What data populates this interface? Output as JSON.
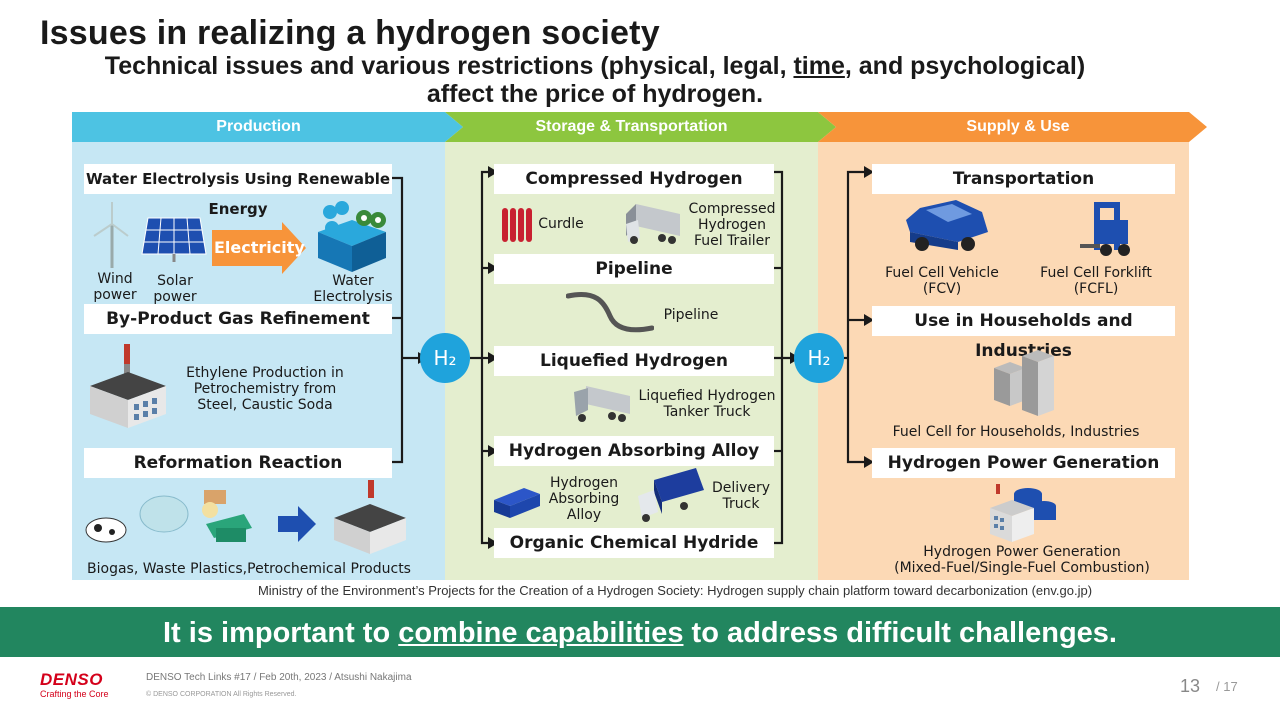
{
  "title": "Issues  in realizing  a hydrogen society",
  "subtitle": {
    "line1_pre": "Technical issues and various restrictions (physical, legal, ",
    "line1_underlined": "time",
    "line1_post": ", and psychological)",
    "line2": "affect the price of hydrogen."
  },
  "stages": {
    "production": "Production",
    "storage": "Storage & Transportation",
    "supply": "Supply & Use"
  },
  "colors": {
    "production": "#4dc3e3",
    "storage": "#8dc63f",
    "supply": "#f7943a",
    "production_bg": "#c6e7f4",
    "storage_bg": "#e4eecf",
    "supply_bg": "#fcd9b5",
    "h2": "#1fa3dc",
    "banner": "#22865f",
    "brand": "#d4001a"
  },
  "production": {
    "water_electrolysis": "Water Electrolysis Using Renewable Energy",
    "wind": "Wind\npower",
    "solar": "Solar\npower",
    "electricity": "Electricity",
    "water_electrolysis_label": "Water\nElectrolysis",
    "byproduct": "By-Product Gas Refinement",
    "ethylene": "Ethylene Production in\nPetrochemistry from\nSteel, Caustic Soda",
    "reformation": "Reformation Reaction",
    "biogas": "Biogas, Waste Plastics,Petrochemical Products"
  },
  "h2_label": "H₂",
  "storage": {
    "compressed": "Compressed Hydrogen",
    "curdle": "Curdle",
    "fuel_trailer": "Compressed\nHydrogen\nFuel Trailer",
    "pipeline": "Pipeline",
    "pipeline_label": "Pipeline",
    "liquefied": "Liquefied Hydrogen",
    "tanker_truck": "Liquefied Hydrogen\nTanker Truck",
    "absorbing_alloy": "Hydrogen Absorbing Alloy",
    "alloy_label": "Hydrogen\nAbsorbing\nAlloy",
    "delivery_truck": "Delivery\nTruck",
    "organic": "Organic Chemical Hydride"
  },
  "supply": {
    "transportation": "Transportation",
    "fcv": "Fuel Cell Vehicle\n(FCV)",
    "fcfl": "Fuel Cell Forklift\n(FCFL)",
    "households": "Use in Households and Industries",
    "fuel_cell_households": "Fuel Cell for Households, Industries",
    "power_generation": "Hydrogen Power Generation",
    "power_generation_label": "Hydrogen Power Generation\n(Mixed-Fuel/Single-Fuel Combustion)"
  },
  "source": "Ministry of the Environment’s Projects for the Creation of a Hydrogen Society: Hydrogen supply chain platform toward decarbonization (env.go.jp)",
  "banner": {
    "pre": "It is important to ",
    "underlined": "combine capabilities",
    "post": " to address difficult challenges."
  },
  "footer": {
    "logo": "DENSO",
    "tagline": "Crafting the Core",
    "info": "DENSO  Tech Links #17 / Feb 20th, 2023 / Atsushi Nakajima",
    "copyright": "© DENSO CORPORATION  All Rights Reserved.",
    "page": "13",
    "total": "/ 17"
  }
}
